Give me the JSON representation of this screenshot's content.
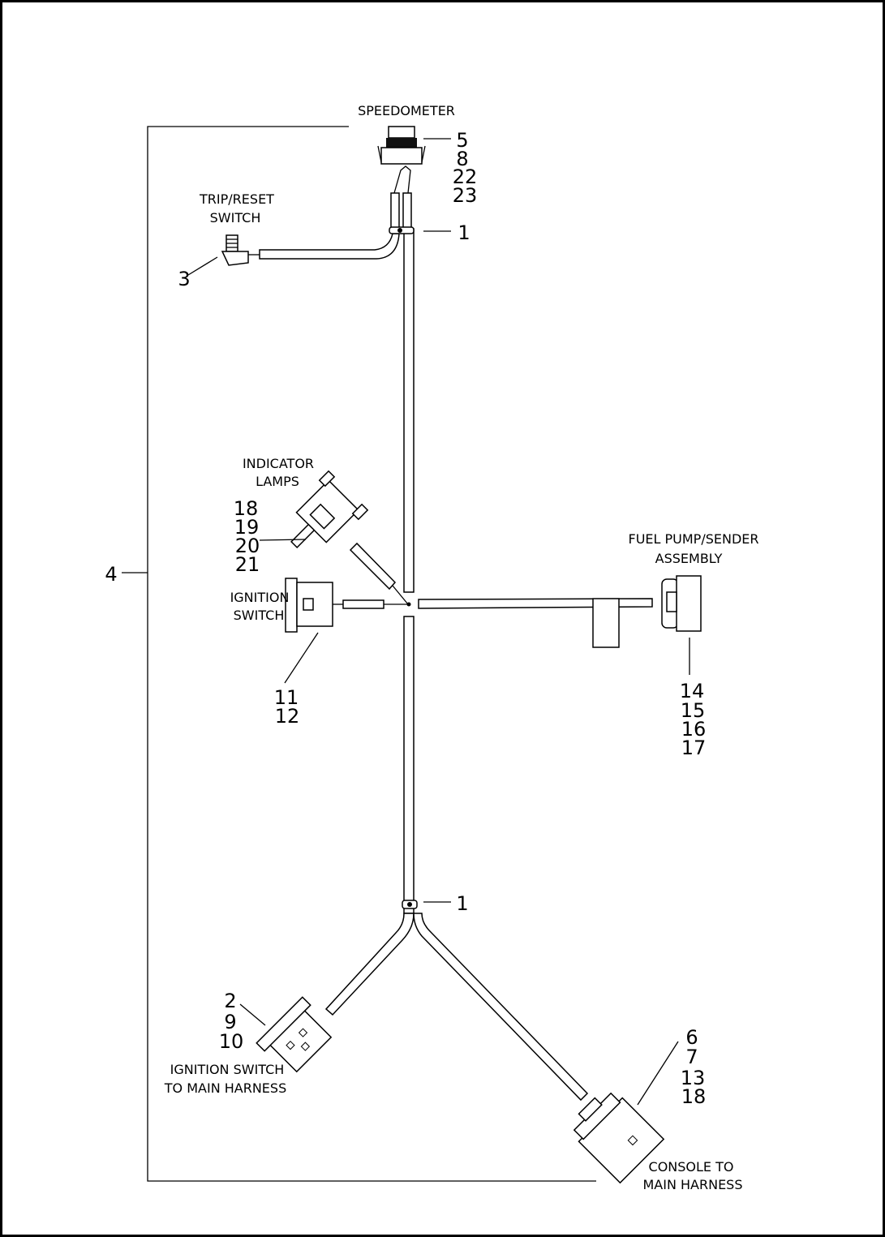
{
  "components": {
    "speedometer": {
      "label": [
        "SPEEDOMETER"
      ],
      "numbers": [
        "5",
        "8",
        "22",
        "23"
      ]
    },
    "trip_reset_switch": {
      "label": [
        "TRIP/RESET",
        "SWITCH"
      ],
      "numbers": [
        "3"
      ]
    },
    "indicator_lamps": {
      "label": [
        "INDICATOR",
        "LAMPS"
      ],
      "numbers": [
        "18",
        "19",
        "20",
        "21"
      ]
    },
    "ignition_switch": {
      "label": [
        "IGNITION",
        "SWITCH"
      ],
      "numbers": [
        "11",
        "12"
      ]
    },
    "fuel_pump_sender": {
      "label": [
        "FUEL PUMP/SENDER",
        "ASSEMBLY"
      ],
      "numbers": [
        "14",
        "15",
        "16",
        "17"
      ]
    },
    "ignition_to_main": {
      "label": [
        "IGNITION SWITCH",
        "TO MAIN HARNESS"
      ],
      "numbers": [
        "2",
        "9",
        "10"
      ]
    },
    "console_to_main": {
      "label": [
        "CONSOLE TO",
        "MAIN HARNESS"
      ],
      "numbers": [
        "6",
        "7",
        "13",
        "18"
      ]
    }
  },
  "callouts": {
    "clip_top": "1",
    "clip_bottom": "1",
    "harness_assembly": "4"
  }
}
